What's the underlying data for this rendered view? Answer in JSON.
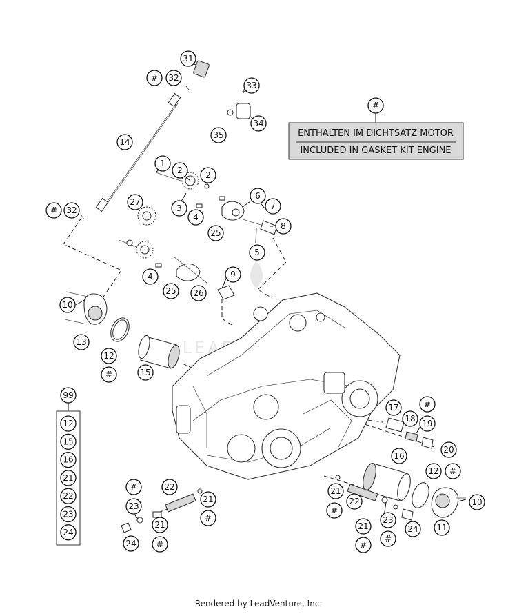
{
  "note": {
    "marker": "#",
    "line1": "ENTHALTEN IM DICHTSATZ MOTOR",
    "line2": "INCLUDED IN GASKET KIT ENGINE",
    "box_fill": "#d9d9d9"
  },
  "kit": {
    "number": "99",
    "items": [
      "12",
      "15",
      "16",
      "21",
      "22",
      "23",
      "24"
    ]
  },
  "callouts": [
    "31",
    "#",
    "32",
    "33",
    "34",
    "35",
    "14",
    "1",
    "2",
    "2",
    "27",
    "3",
    "4",
    "6",
    "7",
    "8",
    "25",
    "5",
    "#",
    "32",
    "4",
    "25",
    "26",
    "9",
    "10",
    "13",
    "12",
    "#",
    "15",
    "16",
    "17",
    "18",
    "#",
    "19",
    "20",
    "12",
    "#",
    "10",
    "11",
    "#",
    "23",
    "22",
    "21",
    "#",
    "21",
    "#",
    "22",
    "24",
    "21",
    "#",
    "24",
    "23",
    "#",
    "21",
    "#"
  ],
  "watermark": "LEADVENTURE",
  "footer": "Rendered by LeadVenture, Inc."
}
